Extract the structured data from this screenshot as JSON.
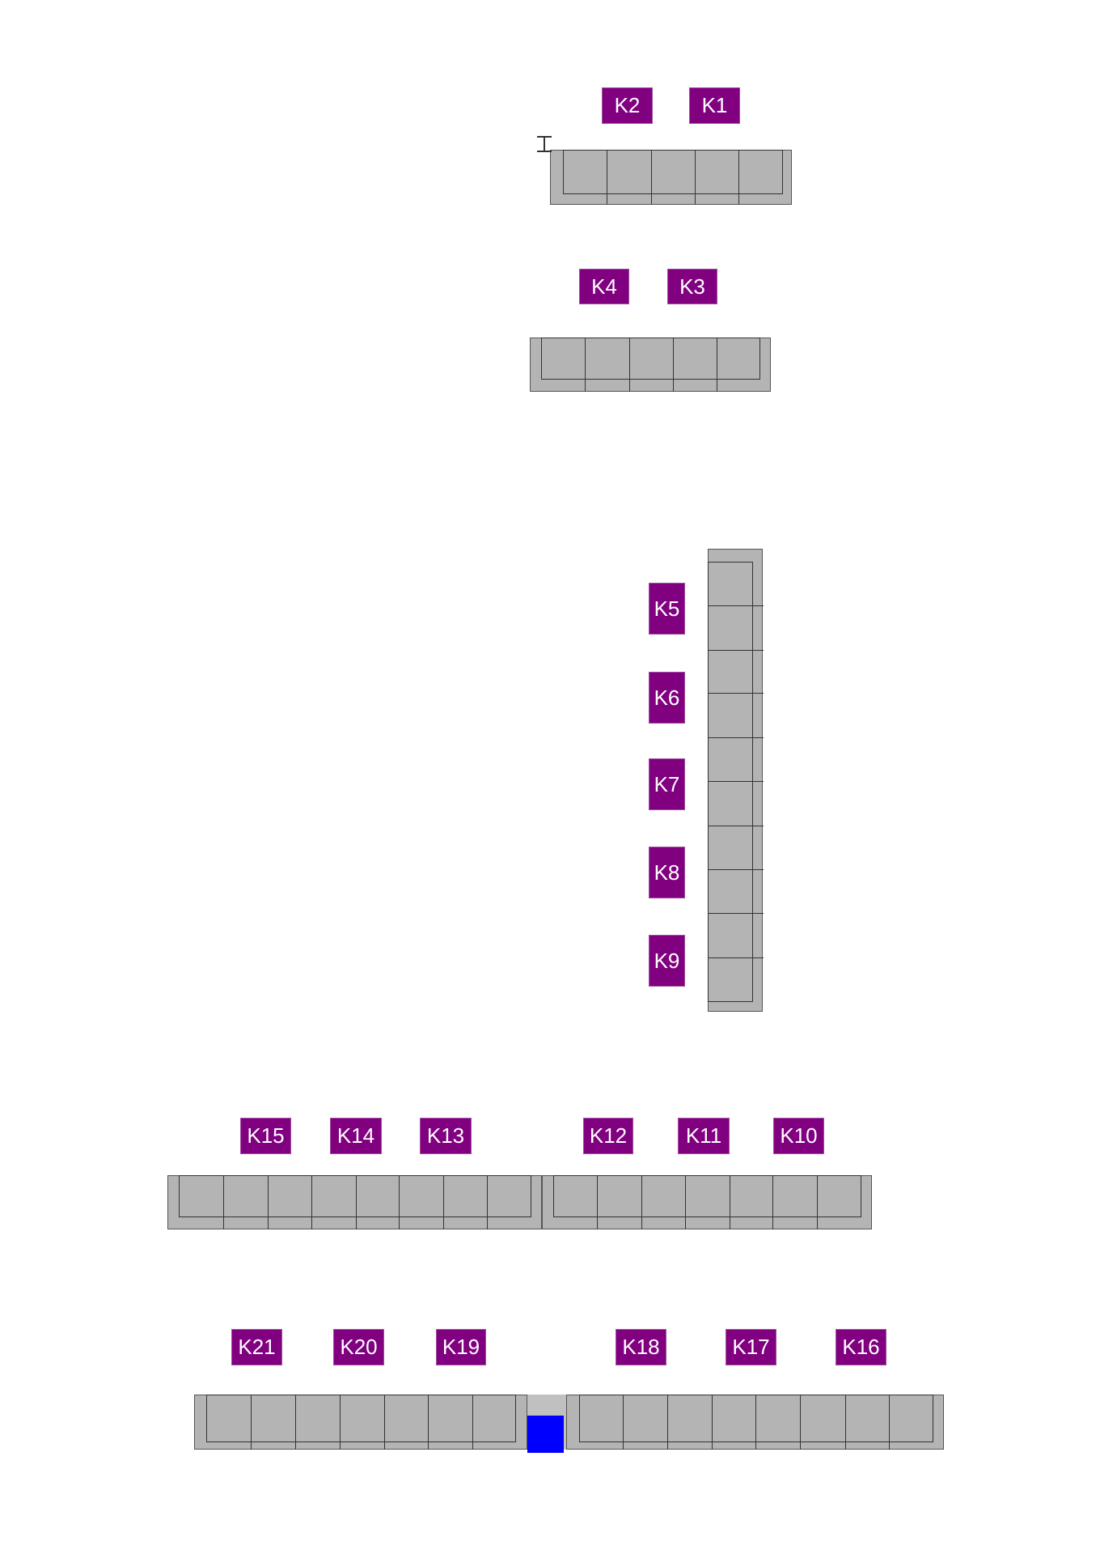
{
  "labels": [
    "K1",
    "K2",
    "K3",
    "K4",
    "K5",
    "K6",
    "K7",
    "K8",
    "K9",
    "K10",
    "K11",
    "K12",
    "K13",
    "K14",
    "K15",
    "K16",
    "K17",
    "K18",
    "K19",
    "K20",
    "K21"
  ],
  "colors": {
    "label_bg": "#800080",
    "seat": "#b4b4b4",
    "selected": "#0000ff"
  }
}
